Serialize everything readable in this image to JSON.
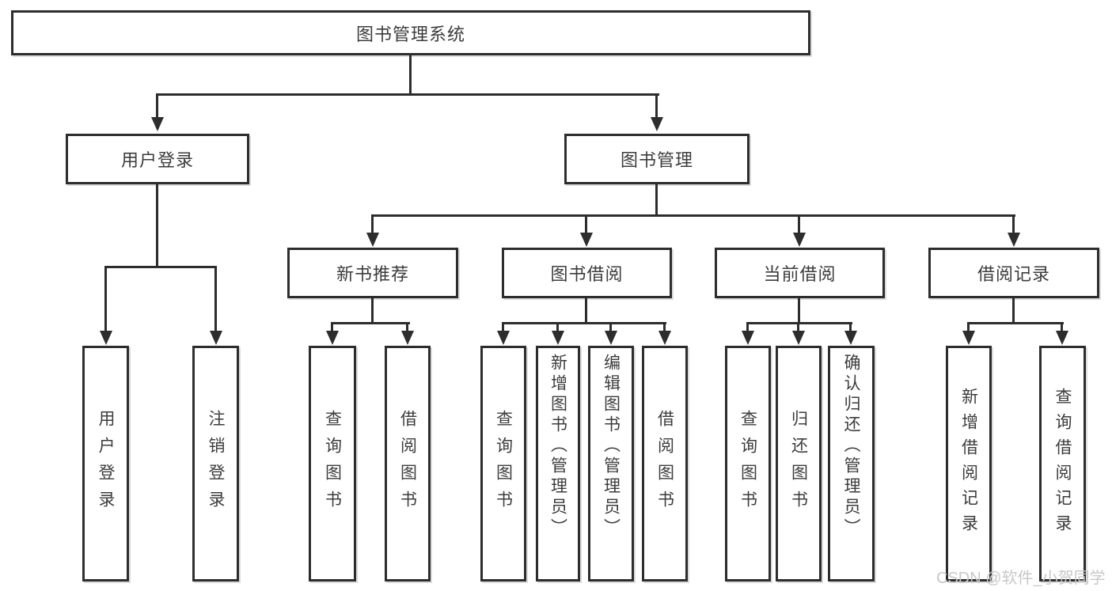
{
  "diagram": {
    "title": "图书管理系统",
    "root": {
      "label": "图书管理系统"
    },
    "level2": {
      "user_login": "用户登录",
      "book_mgmt": "图书管理"
    },
    "level3": {
      "new_books": "新书推荐",
      "book_borrow": "图书借阅",
      "current_borrow": "当前借阅",
      "borrow_records": "借阅记录"
    },
    "leaves": {
      "user_login": [
        "用户登录",
        "注销登录"
      ],
      "new_books": [
        "查询图书",
        "借阅图书"
      ],
      "book_borrow": [
        "查询图书",
        "新增图书（管理员）",
        "编辑图书（管理员）",
        "借阅图书"
      ],
      "current_borrow": [
        "查询图书",
        "归还图书",
        "确认归还（管理员）"
      ],
      "borrow_records": [
        "新增借阅记录",
        "查询借阅记录"
      ]
    }
  },
  "watermark": {
    "text": "CSDN @软件_小贺同学"
  },
  "colors": {
    "line": "#2d2d2d",
    "text": "#3c3c3c",
    "watermark": "#c8c8c8",
    "background": "#ffffff"
  }
}
